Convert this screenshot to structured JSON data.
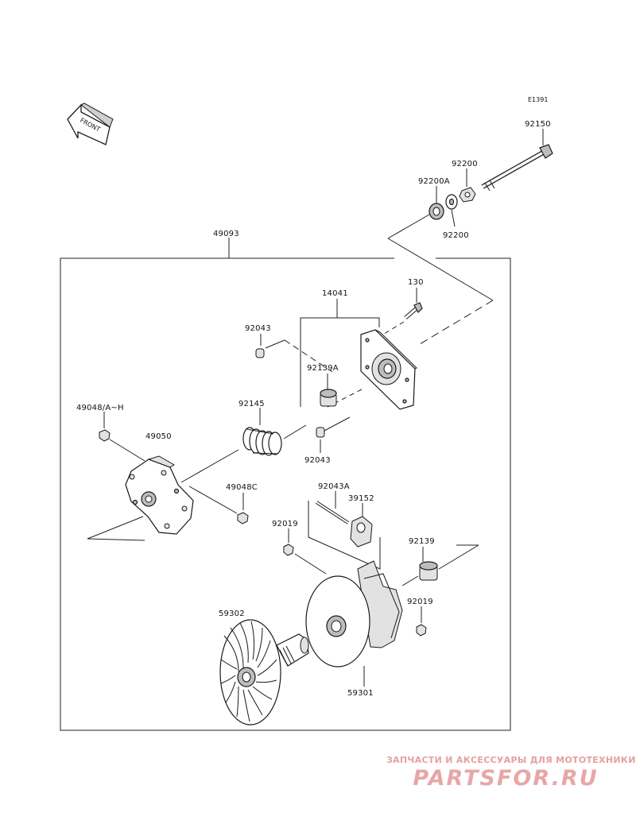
{
  "diagram": {
    "code": "E1391",
    "front_marker": "FRONT",
    "labels": {
      "p92150": "92150",
      "p92200_upper": "92200",
      "p92200A": "92200A",
      "p92200_lower": "92200",
      "p49093": "49093",
      "p130": "130",
      "p14041": "14041",
      "p92043_top": "92043",
      "p92139A": "92139A",
      "p92145": "92145",
      "p92043_mid": "92043",
      "p49048AH": "49048/A~H",
      "p49050": "49050",
      "p49048C": "49048C",
      "p92043A": "92043A",
      "p39152": "39152",
      "p92019_left": "92019",
      "p92139": "92139",
      "p92019_right": "92019",
      "p59302": "59302",
      "p59301": "59301"
    }
  },
  "watermark": {
    "tagline": "ЗАПЧАСТИ И АКСЕССУАРЫ ДЛЯ МОТОТЕХНИКИ",
    "logo": "PARTSFOR.RU"
  }
}
